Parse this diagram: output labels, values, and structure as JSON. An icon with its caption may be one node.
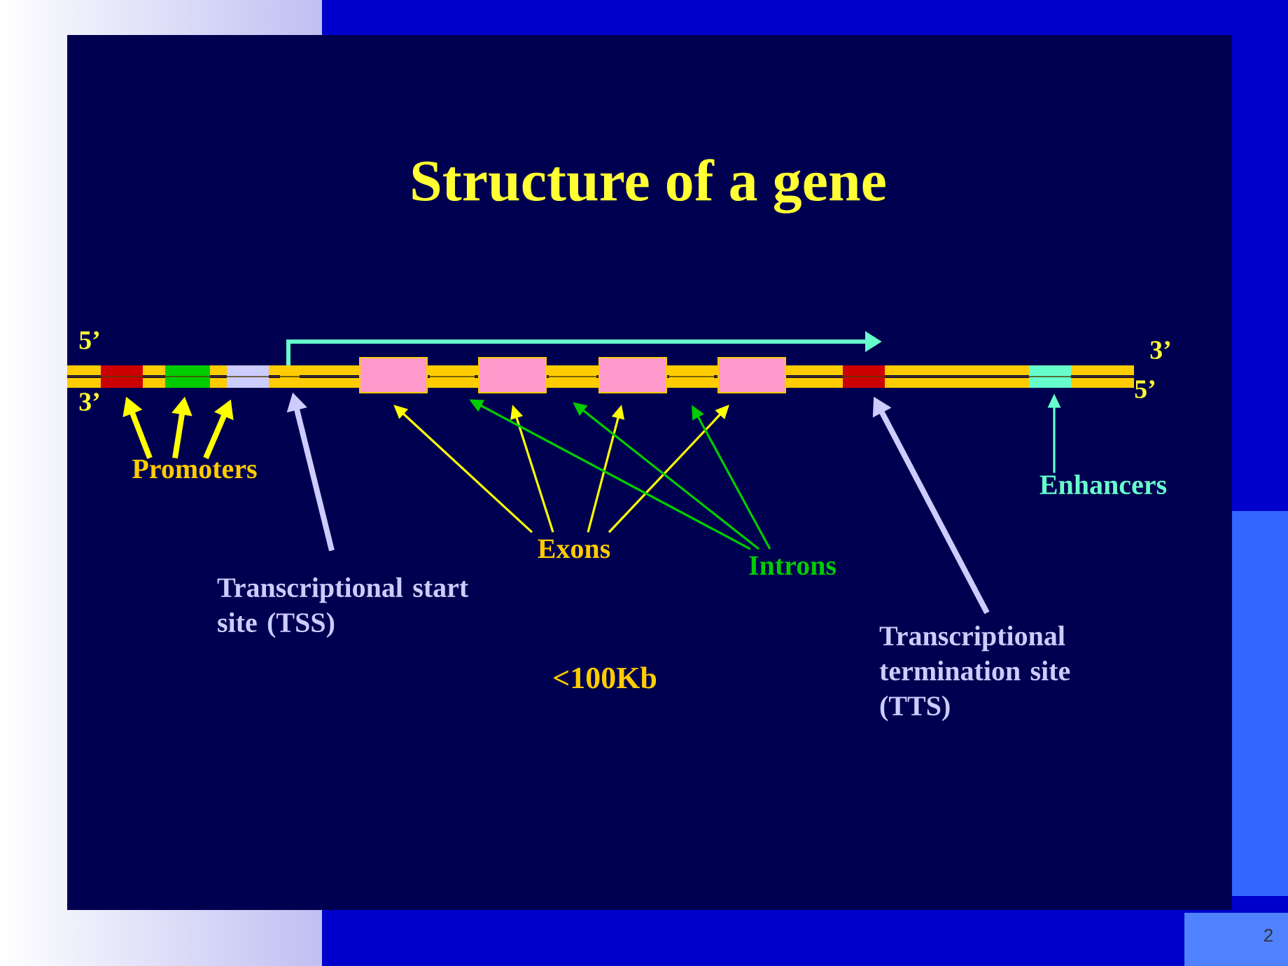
{
  "diagram": {
    "title": "Structure of a gene",
    "nodes": [
      {
        "text": [
          "Promoters"
        ]
      },
      {
        "text": [],
        "shape": "bar"
      },
      {
        "text": [],
        "shape": "bar"
      },
      {
        "text": [],
        "shape": "bar"
      },
      {
        "text": [
          "Transcriptional start site (TSS)"
        ]
      },
      {
        "text": [],
        "shape": "bar"
      },
      {
        "text": [],
        "shape": "box"
      },
      {
        "text": [],
        "shape": "bar"
      },
      {
        "text": [],
        "shape": "box"
      },
      {
        "text": [],
        "shape": "bar"
      },
      {
        "text": [],
        "shape": "box"
      },
      {
        "text": [],
        "shape": "bar"
      },
      {
        "text": [],
        "shape": "box"
      },
      {
        "text": [],
        "shape": "bar"
      },
      {
        "text": [],
        "shape": "bar"
      },
      {
        "text": [
          "Exons"
        ]
      },
      {
        "text": [
          "Introns"
        ]
      },
      {
        "text": [
          "Transcriptional termination site (TTS)"
        ]
      },
      {
        "text": [
          "Enhancers"
        ]
      }
    ],
    "edges": [
      {
        "from": 0,
        "to": 1,
        "arrow": "to",
        "style": "thick"
      },
      {
        "from": 0,
        "to": 2,
        "arrow": "to",
        "style": "thick"
      },
      {
        "from": 0,
        "to": 3,
        "arrow": "to",
        "style": "thick"
      },
      {
        "from": 4,
        "to": 5,
        "arrow": "to",
        "style": "thick",
        "color": "#ccccff"
      },
      {
        "from": 15,
        "to": 6,
        "arrow": "to"
      },
      {
        "from": 15,
        "to": 8,
        "arrow": "to"
      },
      {
        "from": 15,
        "to": 10,
        "arrow": "to"
      },
      {
        "from": 15,
        "to": 12,
        "arrow": "to"
      },
      {
        "from": 16,
        "to": 7,
        "arrow": "to",
        "color": "#00cc00"
      },
      {
        "from": 16,
        "to": 9,
        "arrow": "to",
        "color": "#00cc00"
      },
      {
        "from": 16,
        "to": 11,
        "arrow": "to",
        "color": "#00cc00"
      },
      {
        "from": 17,
        "to": 13,
        "arrow": "to",
        "style": "thick",
        "color": "#ccccff"
      },
      {
        "from": 18,
        "to": 14,
        "arrow": "to",
        "color": "#66ffcc"
      }
    ],
    "labels": [
      "5’",
      "3’",
      "3’",
      "5’",
      "<100Kb",
      "2"
    ]
  }
}
